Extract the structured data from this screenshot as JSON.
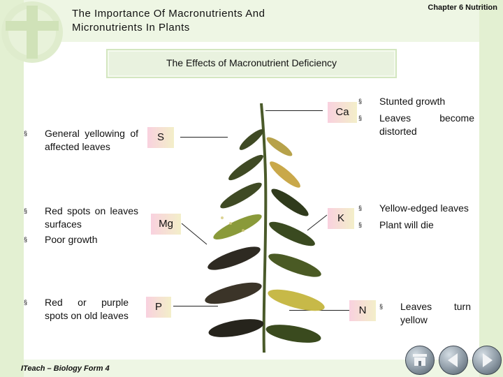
{
  "header": {
    "title_line1": "The Importance Of Macronutrients And",
    "title_line2": "Micronutrients In Plants",
    "chapter": "Chapter 6 Nutrition"
  },
  "banner": {
    "text": "The Effects of Macronutrient Deficiency"
  },
  "left_items": {
    "s": [
      "General yellowing of affected leaves"
    ],
    "mg": [
      "Red spots on leaves surfaces",
      "Poor growth"
    ],
    "p": [
      "Red or purple spots on old leaves"
    ]
  },
  "right_items": {
    "ca": [
      "Stunted growth",
      "Leaves become distorted"
    ],
    "k": [
      "Yellow-edged leaves",
      "Plant will die"
    ],
    "n": [
      "Leaves turn yellow"
    ]
  },
  "labels": {
    "ca": "Ca",
    "s": "S",
    "mg": "Mg",
    "k": "K",
    "p": "P",
    "n": "N"
  },
  "bullet_glyph": "§",
  "footer": {
    "text": "ITeach – Biology Form 4"
  },
  "nav": {
    "home": "home-icon",
    "back": "back-arrow-icon",
    "forward": "forward-arrow-icon"
  }
}
